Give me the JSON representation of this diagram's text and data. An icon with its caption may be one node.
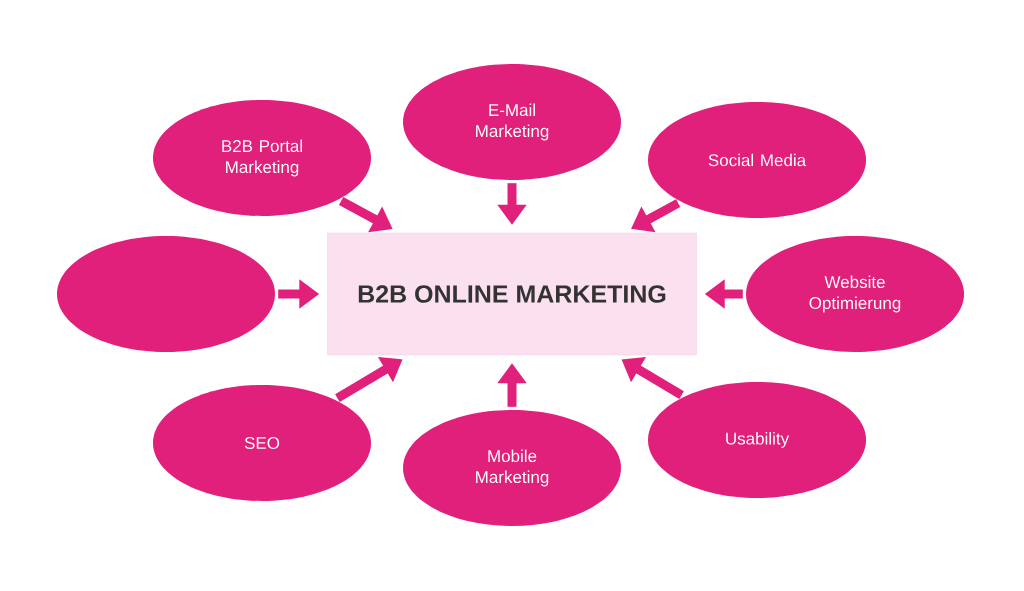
{
  "diagram": {
    "nodes": [
      {
        "text": [
          "B2B Portal Marketing"
        ]
      },
      {
        "text": [
          "E-Mail Marketing"
        ]
      },
      {
        "text": [
          "Social Media"
        ]
      },
      {
        "text": [],
        "shape": "ellipse"
      },
      {
        "text": [
          "B2B ONLINE MARKETING"
        ]
      },
      {
        "text": [
          "Website Optimierung"
        ]
      },
      {
        "text": [
          "SEO"
        ]
      },
      {
        "text": [
          "Mobile Marketing"
        ]
      },
      {
        "text": [
          "Usability"
        ]
      }
    ],
    "edges": [
      {
        "from": 0,
        "to": 4,
        "arrow": "to"
      },
      {
        "from": 1,
        "to": 4,
        "arrow": "to"
      },
      {
        "from": 2,
        "to": 4,
        "arrow": "to"
      },
      {
        "from": 3,
        "to": 4,
        "arrow": "to"
      },
      {
        "from": 5,
        "to": 4,
        "arrow": "to"
      },
      {
        "from": 6,
        "to": 4,
        "arrow": "to"
      },
      {
        "from": 7,
        "to": 4,
        "arrow": "to"
      },
      {
        "from": 8,
        "to": 4,
        "arrow": "to"
      }
    ]
  }
}
